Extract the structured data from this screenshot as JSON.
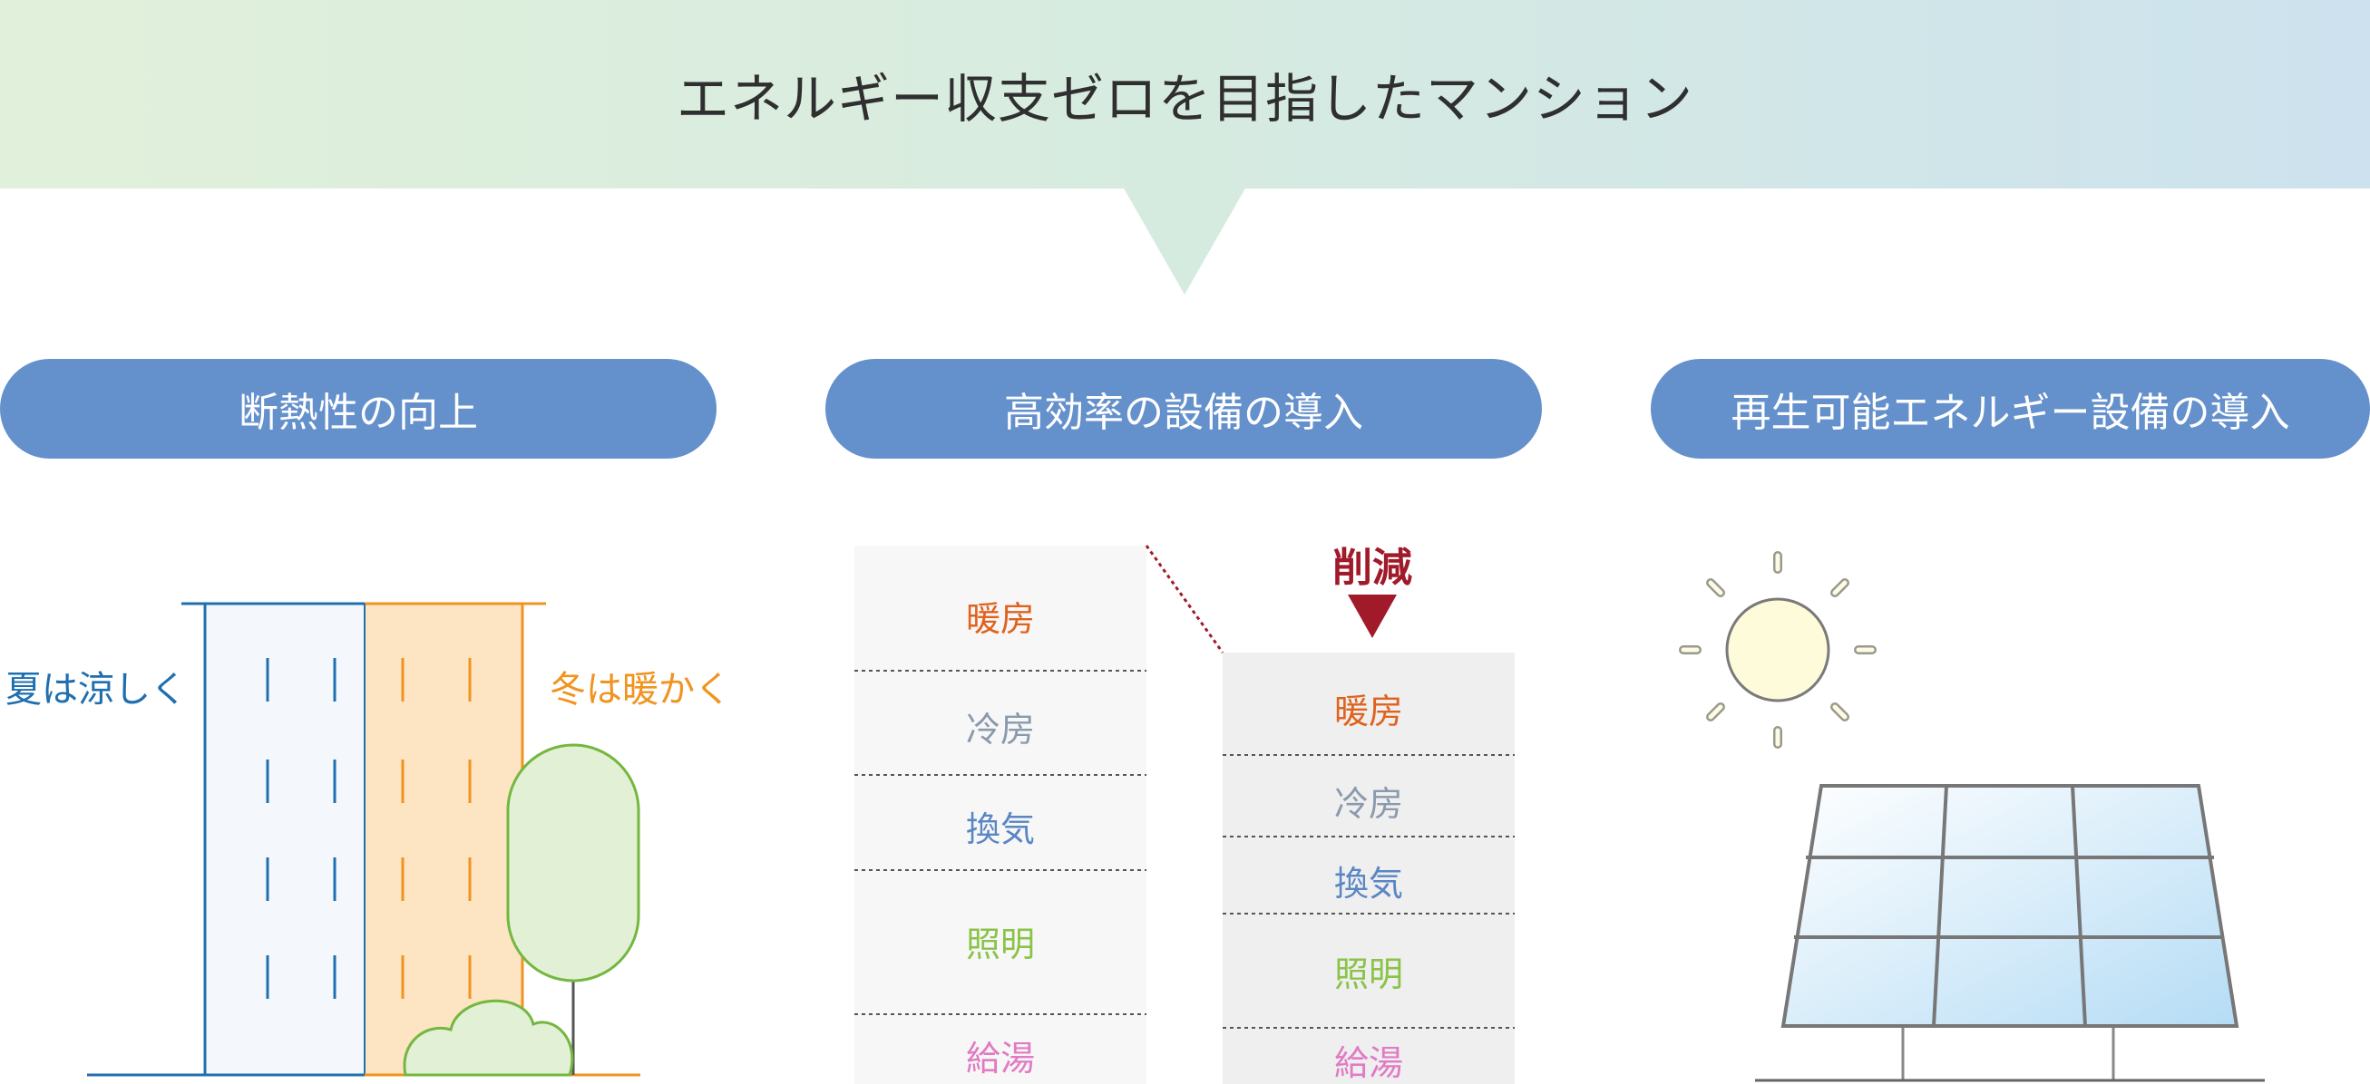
{
  "title": "エネルギー収支ゼロを目指したマンション",
  "pillars": [
    {
      "label": "断熱性の向上"
    },
    {
      "label": "高効率の設備の導入"
    },
    {
      "label": "再生可能エネルギー設備の導入"
    }
  ],
  "insulation": {
    "cool_label": "夏は涼しく",
    "warm_label": "冬は暖かく"
  },
  "equipment": {
    "reduce_label": "削減",
    "before": [
      {
        "label": "暖房",
        "color": "#e0621f"
      },
      {
        "label": "冷房",
        "color": "#8a9aad"
      },
      {
        "label": "換気",
        "color": "#5a86c4"
      },
      {
        "label": "照明",
        "color": "#8bc34a"
      },
      {
        "label": "給湯",
        "color": "#e07bc4"
      }
    ],
    "after": [
      {
        "label": "暖房",
        "color": "#e0621f"
      },
      {
        "label": "冷房",
        "color": "#8a9aad"
      },
      {
        "label": "換気",
        "color": "#5a86c4"
      },
      {
        "label": "照明",
        "color": "#8bc34a"
      },
      {
        "label": "給湯",
        "color": "#e07bc4"
      }
    ]
  },
  "colors": {
    "pill": "#6490cc",
    "banner_start": "#dff0da",
    "banner_end": "#cfe3ee",
    "cool": "#1f6fb0",
    "warm": "#f0941f",
    "tree": "#74b73f",
    "reduce": "#a01a2a"
  }
}
